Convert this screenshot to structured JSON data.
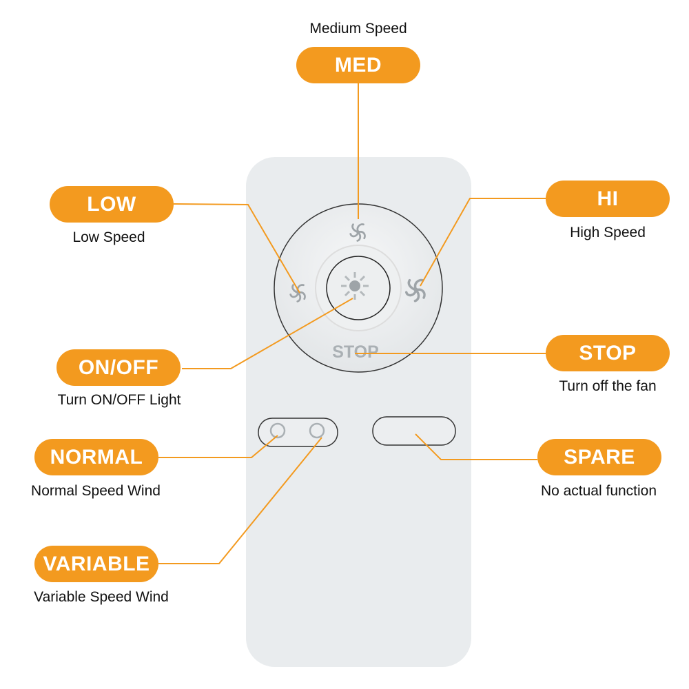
{
  "remote": {
    "stop_label": "STOP"
  },
  "callouts": [
    {
      "label": "MED",
      "caption": "Medium Speed"
    },
    {
      "label": "LOW",
      "caption": "Low Speed"
    },
    {
      "label": "HI",
      "caption": "High Speed"
    },
    {
      "label": "ON/OFF",
      "caption": "Turn ON/OFF Light"
    },
    {
      "label": "STOP",
      "caption": "Turn off the fan"
    },
    {
      "label": "NORMAL",
      "caption": "Normal Speed Wind"
    },
    {
      "label": "SPARE",
      "caption": "No actual function"
    },
    {
      "label": "VARIABLE",
      "caption": "Variable Speed Wind"
    }
  ],
  "colors": {
    "accent": "#f39a1f",
    "remote": "#e9ecee"
  }
}
